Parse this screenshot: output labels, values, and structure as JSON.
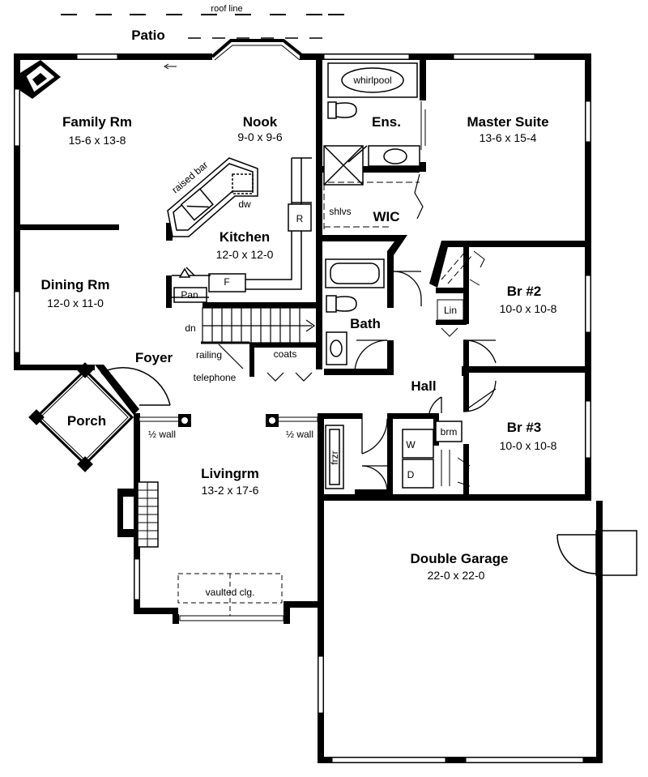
{
  "plan": {
    "colors": {
      "ink": "#000000",
      "paper": "#ffffff"
    },
    "roof_line": "roof line",
    "patio": "Patio",
    "rooms": {
      "family": {
        "name": "Family Rm",
        "dims": "15-6 x 13-8"
      },
      "nook": {
        "name": "Nook",
        "dims": "9-0 x 9-6"
      },
      "ensuite": {
        "name": "Ens."
      },
      "master": {
        "name": "Master Suite",
        "dims": "13-6 x 15-4"
      },
      "kitchen": {
        "name": "Kitchen",
        "dims": "12-0 x 12-0"
      },
      "wic": {
        "name": "WIC"
      },
      "dining": {
        "name": "Dining Rm",
        "dims": "12-0 x 11-0"
      },
      "br2": {
        "name": "Br #2",
        "dims": "10-0 x 10-8"
      },
      "bath": {
        "name": "Bath"
      },
      "foyer": {
        "name": "Foyer"
      },
      "hall": {
        "name": "Hall"
      },
      "porch": {
        "name": "Porch"
      },
      "br3": {
        "name": "Br #3",
        "dims": "10-0 x 10-8"
      },
      "living": {
        "name": "Livingrm",
        "dims": "13-2 x 17-6"
      },
      "garage": {
        "name": "Double Garage",
        "dims": "22-0 x 22-0"
      }
    },
    "fixtures": {
      "whirlpool": "whirlpool",
      "raised_bar": "raised bar",
      "dw": "dw",
      "fridge": "R",
      "shelves": "shlvs",
      "pantry": "Pan",
      "freezer_cabinet": "F",
      "dn": "dn",
      "railing": "railing",
      "telephone": "telephone",
      "coats": "coats",
      "linen": "Lin",
      "half_wall": "½ wall",
      "brm": "brm",
      "frzr": "frzr",
      "washer": "W",
      "dryer": "D",
      "vaulted": "vaulted clg."
    }
  }
}
